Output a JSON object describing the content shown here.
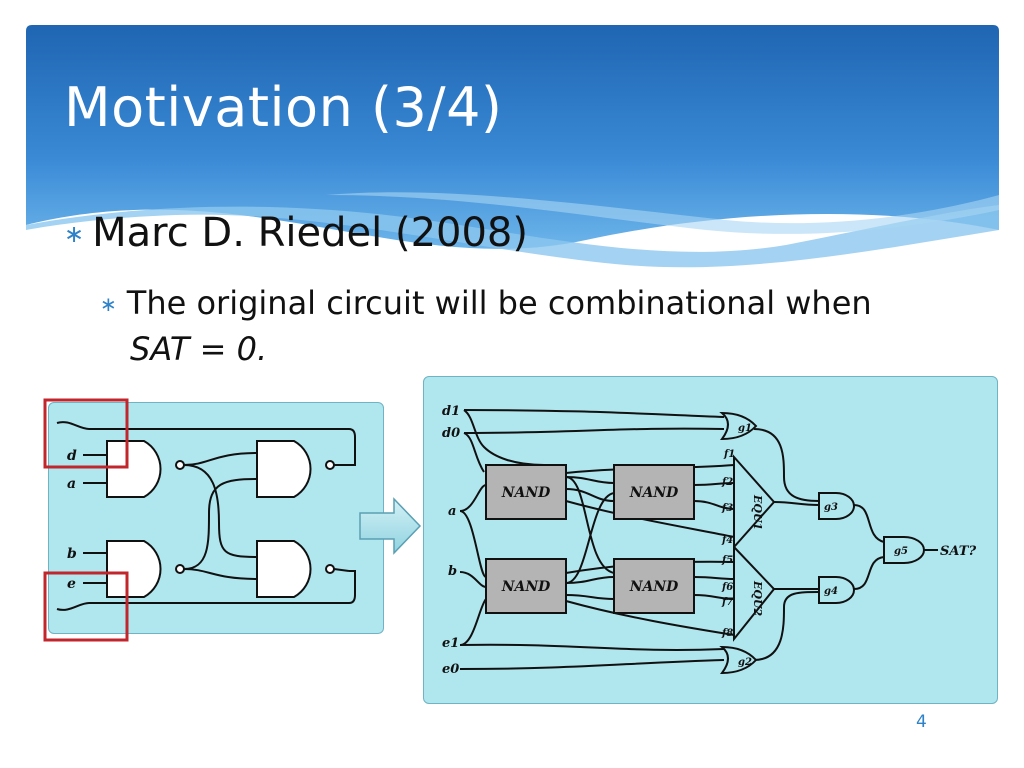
{
  "slide": {
    "title": "Motivation (3/4)",
    "bullet1": "Marc D. Riedel (2008)",
    "bullet2_line1": "The original circuit will be combinational when",
    "bullet2_line2": "SAT = 0.",
    "page_number": "4",
    "bullet_glyph": "∗"
  },
  "left_circuit": {
    "inputs": [
      "d",
      "a",
      "b",
      "e"
    ]
  },
  "right_circuit": {
    "inputs": [
      "d1",
      "d0",
      "a",
      "b",
      "e1",
      "e0"
    ],
    "blocks": [
      "NAND",
      "NAND",
      "NAND",
      "NAND"
    ],
    "comparators": [
      "EQU1",
      "EQU2"
    ],
    "signals": [
      "f1",
      "f2",
      "f3",
      "f4",
      "f5",
      "f6",
      "f7",
      "f8"
    ],
    "gates": [
      "g1",
      "g2",
      "g3",
      "g4",
      "g5"
    ],
    "output": "SAT?"
  },
  "colors": {
    "banner": "#2a78c6",
    "panel": "#b0e6ee",
    "highlight": "#c0262c",
    "nand_block": "#b4b4b4",
    "accent": "#2e82c8"
  }
}
